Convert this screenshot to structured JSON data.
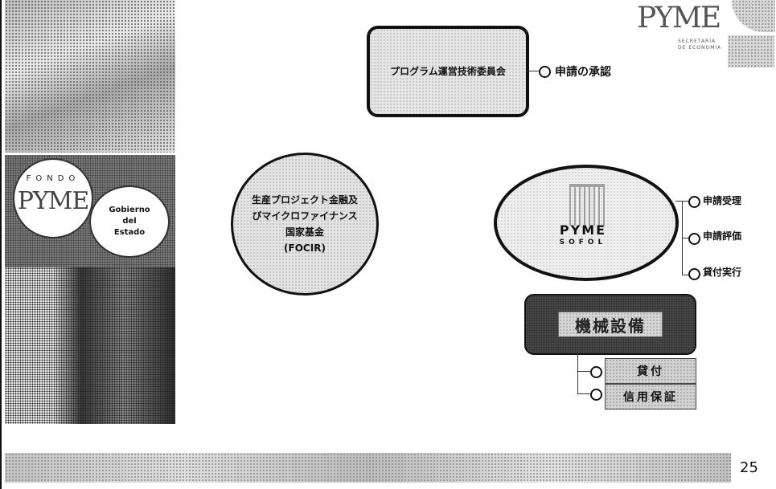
{
  "left_panel": {
    "fondo_label": "FONDO",
    "fondo_logo": "PYME",
    "gobierno_label": "Gobierno\ndel\nEstado"
  },
  "committee": {
    "title": "プログラム運営技術委員会",
    "action": "申請の承認"
  },
  "focir": {
    "title": "生産プロジェクト金融及びマイクロファイナンス国家基金\n(FOCIR)"
  },
  "sofol": {
    "logo_pyme": "PYME",
    "logo_sofol": "SOFOL",
    "actions": [
      "申請受理",
      "申請評価",
      "貸付実行"
    ]
  },
  "equipment": {
    "title": "機械設備",
    "items": [
      "貸付",
      "信用保証"
    ]
  },
  "header_logo": {
    "text": "PYME",
    "subtitle": "SECRETARÍA DE ECONOMÍA"
  },
  "footer": {
    "page_number": "25"
  }
}
